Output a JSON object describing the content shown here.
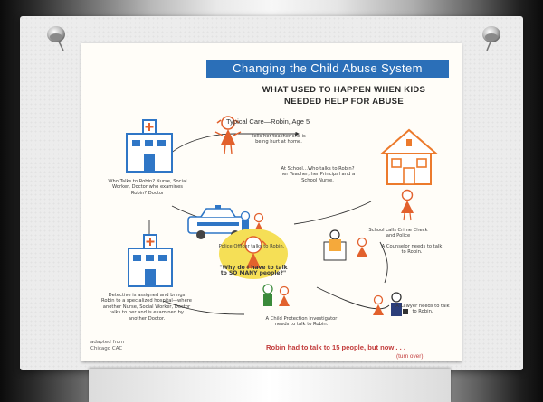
{
  "poster": {
    "banner": "Changing the Child Abuse System",
    "heading_line1": "WHAT USED TO HAPPEN WHEN KIDS",
    "heading_line2": "NEEDED HELP FOR ABUSE",
    "typical_care": "Typical Care—Robin, Age 5",
    "labels": {
      "tells_teacher": "Tells her teacher she is being hurt at home.",
      "at_school": "At School…Who talks to Robin? her Teacher, her Principal and a School Nurse.",
      "who_talks": "Who Talks to Robin? Nurse, Social Worker, Doctor who examines Robin? Doctor",
      "school_calls": "School calls Crime Check and Police",
      "police_officer": "Police Officer talks to Robin.",
      "counselor": "A Counselor needs to talk to Robin.",
      "bubble": "\"Why do I have to talk to SO MANY people?\"",
      "detective": "Detective is assigned and brings Robin to a specialized hospital—where another Nurse, Social Worker, Doctor talks to her and is examined by another Doctor.",
      "lawyer": "A Lawyer needs to talk to Robin.",
      "investigator": "A Child Protection Investigator needs to talk to Robin."
    },
    "footer_red": "Robin had to talk to 15 people, but now . . .",
    "turn_over": "(turn over)",
    "adapted_line1": "adapted from",
    "adapted_line2": "Chicago CAC"
  },
  "colors": {
    "banner_blue": "#2b6fb8",
    "figure_orange": "#e2612d",
    "school_orange": "#ec7a2c",
    "hospital_blue": "#2f76c6",
    "bubble_yellow": "#f5df56",
    "footer_red": "#c23b3b"
  },
  "icons": [
    "pushpin-icon",
    "hospital-icon",
    "school-icon",
    "police-car-icon",
    "child-figure-icon",
    "adult-figure-icon"
  ]
}
